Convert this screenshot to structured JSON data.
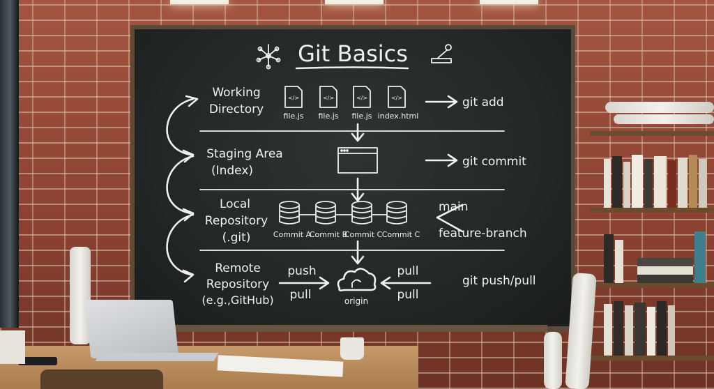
{
  "board": {
    "title": "Git Basics",
    "stages": [
      {
        "label_lines": [
          "Working",
          "Directory"
        ],
        "command": "git add"
      },
      {
        "label_lines": [
          "Staging Area",
          "(Index)"
        ],
        "command": "git commit"
      },
      {
        "label_lines": [
          "Local",
          "Repository",
          "(.git)"
        ]
      },
      {
        "label_lines": [
          "Remote",
          "Repository",
          "(e.g.,GitHub)"
        ],
        "command": "git push/pull"
      }
    ],
    "files": [
      "file.js",
      "file.js",
      "file.js",
      "index.html"
    ],
    "commits": [
      "Commit A",
      "Commit B",
      "Commit C",
      "Commit C"
    ],
    "branches": [
      "main",
      "feature-branch"
    ],
    "remote": {
      "left_top": "push",
      "left_bottom": "pull",
      "right_top": "pull",
      "right_bottom": "pull",
      "center": "origin"
    }
  },
  "colors": {
    "chalk": "#f1f1ee",
    "board": "#232726",
    "brick": "#8e4632"
  }
}
